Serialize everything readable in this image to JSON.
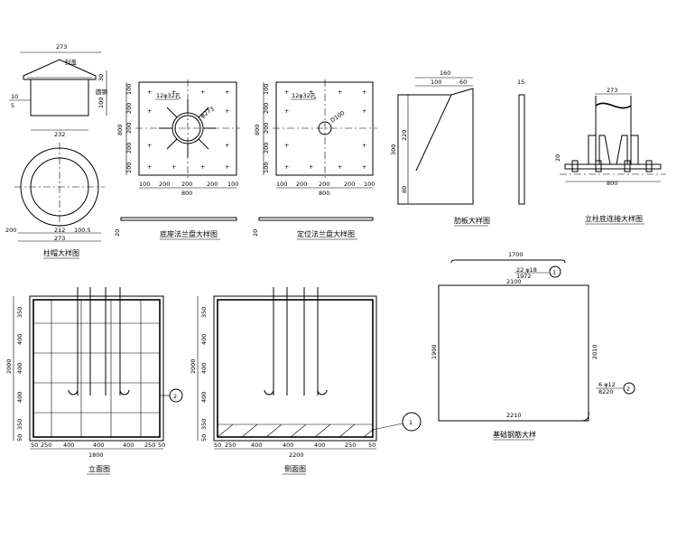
{
  "cap": {
    "dim_top": "273",
    "label_top": "封盖",
    "label_side": "圆钢",
    "dim_30": "30",
    "dim_100": "100",
    "dim_10": "10",
    "dim_5": "5",
    "dim_232": "232",
    "dim_200": "200",
    "dim_212": "212",
    "dim_1005": "100.5",
    "dim_273b": "273",
    "title": "柱帽大样图"
  },
  "base_flange": {
    "bolt_label": "12φ32孔",
    "pipe_label": "φ273",
    "col_dims": [
      "100",
      "200",
      "200",
      "200",
      "100"
    ],
    "row_dims": [
      "100",
      "200",
      "200",
      "200",
      "100"
    ],
    "width": "800",
    "height": "800",
    "thk": "20",
    "title": "底座法兰盘大样图"
  },
  "pos_flange": {
    "bolt_label": "12φ32孔",
    "hole_label": "D100",
    "col_dims": [
      "100",
      "200",
      "200",
      "200",
      "100"
    ],
    "row_dims": [
      "100",
      "200",
      "200",
      "200",
      "100"
    ],
    "width": "800",
    "height": "800",
    "thk": "20",
    "title": "定位法兰盘大样图"
  },
  "rib": {
    "w_total": "160",
    "w_a": "100",
    "w_b": "60",
    "h_total": "300",
    "h_a": "220",
    "h_b": "80",
    "thk": "15",
    "title": "肋板大样图"
  },
  "column_base": {
    "dim_top": "273",
    "dim_20": "20",
    "dim_800": "800",
    "title": "立柱底连接大样图"
  },
  "elevation": {
    "height": "2000",
    "row_dims": [
      "350",
      "400",
      "400",
      "400",
      "350",
      "50"
    ],
    "col_dims": [
      "50",
      "250",
      "400",
      "400",
      "400",
      "250",
      "50"
    ],
    "width": "1800",
    "marker": "2",
    "title": "立面图"
  },
  "side": {
    "height": "2000",
    "row_dims": [
      "350",
      "400",
      "400",
      "400",
      "350",
      "50"
    ],
    "col_dims": [
      "50",
      "250",
      "400",
      "400",
      "400",
      "250",
      "50"
    ],
    "width": "2200",
    "marker": "1",
    "title": "侧面图"
  },
  "rebar": {
    "bar_len": "1700",
    "label_1a": "22 φ18",
    "label_1b": "1972",
    "marker_1": "1",
    "dim_top": "2100",
    "dim_left": "1900",
    "dim_right": "2010",
    "dim_bottom": "2210",
    "label_2a": "6 φ12",
    "label_2b": "8220",
    "marker_2": "2",
    "title": "基础钢筋大样"
  }
}
